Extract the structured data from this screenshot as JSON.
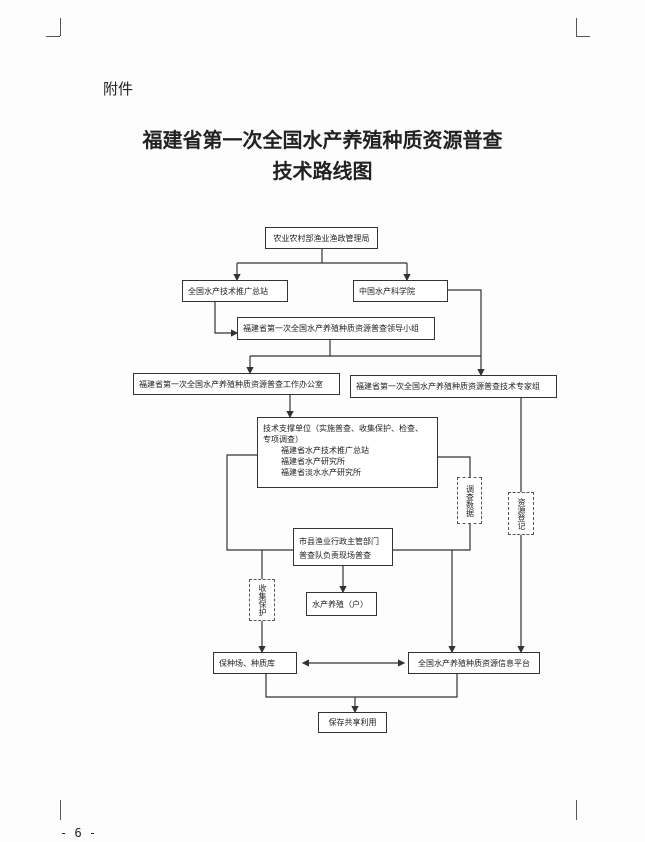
{
  "attachment_label": "附件",
  "title": {
    "line1": "福建省第一次全国水产养殖种质资源普查",
    "line2": "技术路线图"
  },
  "flowchart": {
    "ministry": "农业农村部渔业渔政管理局",
    "national_extension": "全国水产技术推广总站",
    "academy": "中国水产科学院",
    "leading_group": "福建省第一次全国水产养殖种质资源普查领导小组",
    "office": "福建省第一次全国水产养殖种质资源普查工作办公室",
    "expert_group": "福建省第一次全国水产养殖种质资源普查技术专家组",
    "support": {
      "heading": "技术支撑单位（实施普查、收集保护、检查、",
      "heading2": "专项调查）",
      "units": [
        "福建省水产技术推广总站",
        "福建省水产研究所",
        "福建省淡水水产研究所"
      ]
    },
    "survey_data": "调查数据",
    "resource_registration": "资源登记",
    "local_dept": {
      "line1": "市县渔业行政主管部门",
      "line2": "普查队负责现场普查"
    },
    "collect_protect": "收集保护",
    "farmers": "水产养殖（户）",
    "conservation_farm": "保种场、种质库",
    "info_platform": "全国水产养殖种质资源信息平台",
    "share_use": "保存共享利用"
  },
  "page_number": "- 6 -"
}
